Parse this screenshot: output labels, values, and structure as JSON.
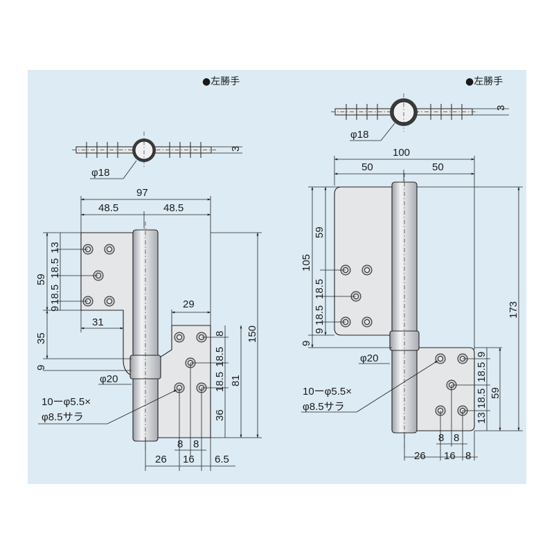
{
  "colors": {
    "panel_bg": "#dcebf4",
    "metal": "#d6d8dc",
    "line": "#1a1a1a"
  },
  "left": {
    "heading": "●左勝手",
    "dims": {
      "thickness": "3",
      "pin_top": "φ18",
      "overall_width": "97",
      "half_a": "48.5",
      "half_b": "48.5",
      "upper_height": "59",
      "v13": "13",
      "v185a": "18.5",
      "v185b": "18.5",
      "v9a": "9",
      "v35": "35",
      "v9b": "9",
      "w31": "31",
      "w29": "29",
      "r8": "8",
      "r185a": "18.5",
      "r185b": "18.5",
      "r36": "36",
      "r81": "81",
      "r150": "150",
      "phi20": "φ20",
      "hole_note_1": "10ーφ5.5×",
      "hole_note_2": "φ8.5サラ",
      "b8a": "8",
      "b8b": "8",
      "b26": "26",
      "b16": "16",
      "b65": "6.5"
    }
  },
  "right": {
    "heading": "●左勝手",
    "dims": {
      "thickness": "3",
      "pin_top": "φ18",
      "overall_width": "100",
      "half_a": "50",
      "half_b": "50",
      "upper_height": "59",
      "v105": "105",
      "v185a": "18.5",
      "v185b": "18.5",
      "v9a": "9",
      "v9b": "9",
      "v173": "173",
      "phi20": "φ20",
      "r9": "9",
      "r185a": "18.5",
      "r185b": "18.5",
      "r13": "13",
      "r59": "59",
      "hole_note_1": "10ーφ5.5×",
      "hole_note_2": "φ8.5サラ",
      "b8a": "8",
      "b8b": "8",
      "b26": "26",
      "b16": "16",
      "b8c": "8"
    }
  }
}
